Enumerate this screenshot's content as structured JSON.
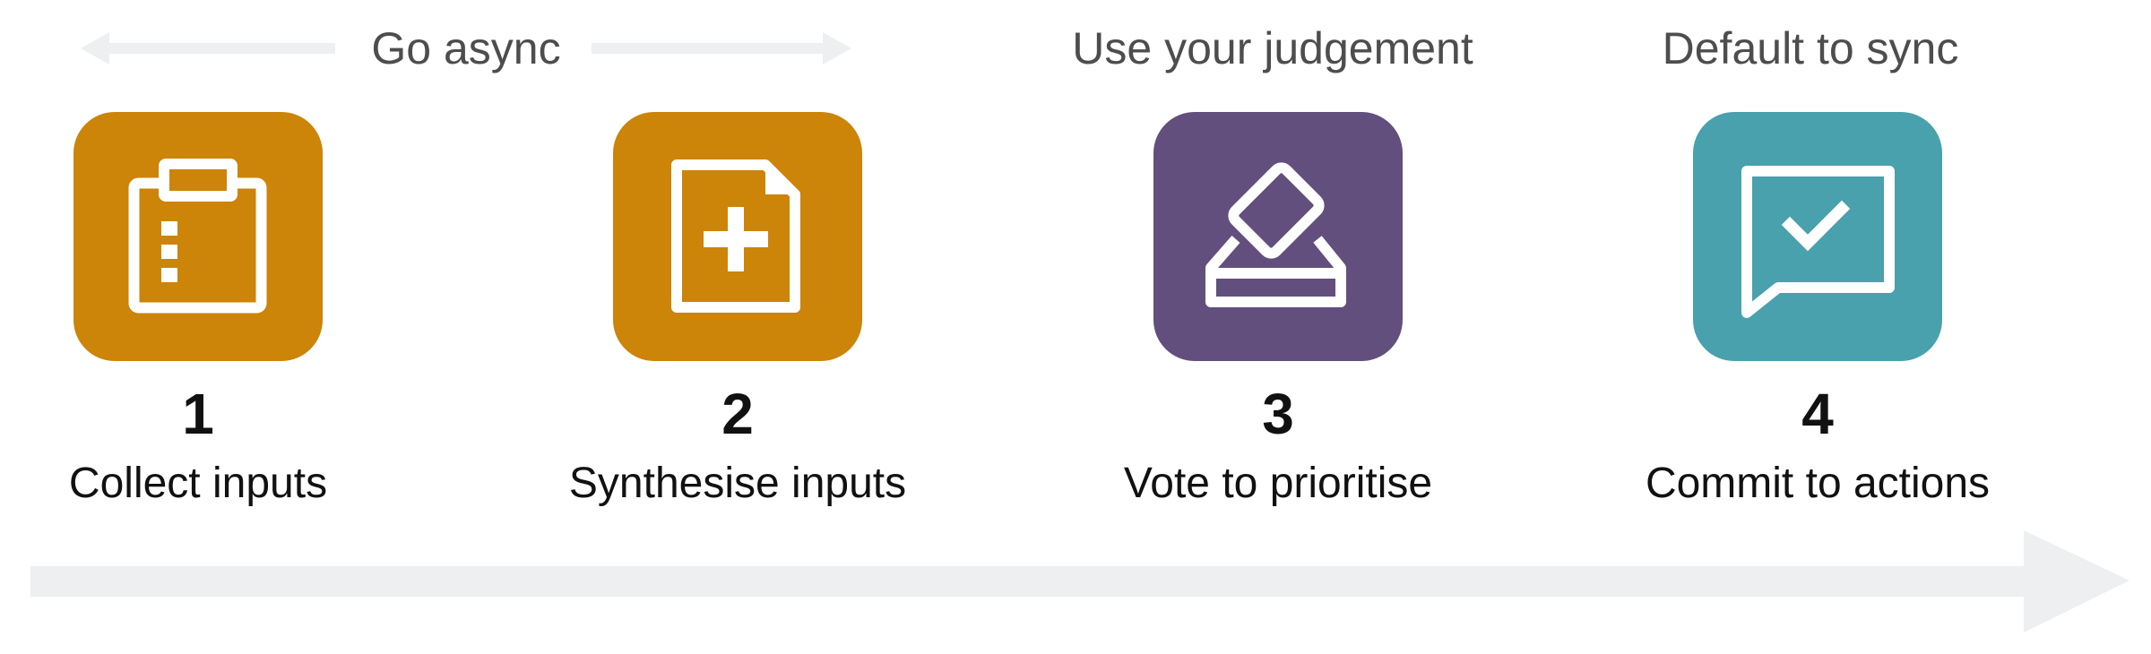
{
  "headers": {
    "async": "Go async",
    "judgement": "Use your judgement",
    "sync": "Default to sync"
  },
  "steps": [
    {
      "number": "1",
      "label": "Collect inputs",
      "icon": "clipboard-icon",
      "color": "#CC8409"
    },
    {
      "number": "2",
      "label": "Synthesise inputs",
      "icon": "add-document-icon",
      "color": "#CC8409"
    },
    {
      "number": "3",
      "label": "Vote to prioritise",
      "icon": "ballot-box-icon",
      "color": "#624F7D"
    },
    {
      "number": "4",
      "label": "Commit to actions",
      "icon": "chat-check-icon",
      "color": "#48A1AD"
    }
  ],
  "colors": {
    "arrow": "#EDEFF1",
    "header_text": "#4D4D4D",
    "body_text": "#111111"
  }
}
